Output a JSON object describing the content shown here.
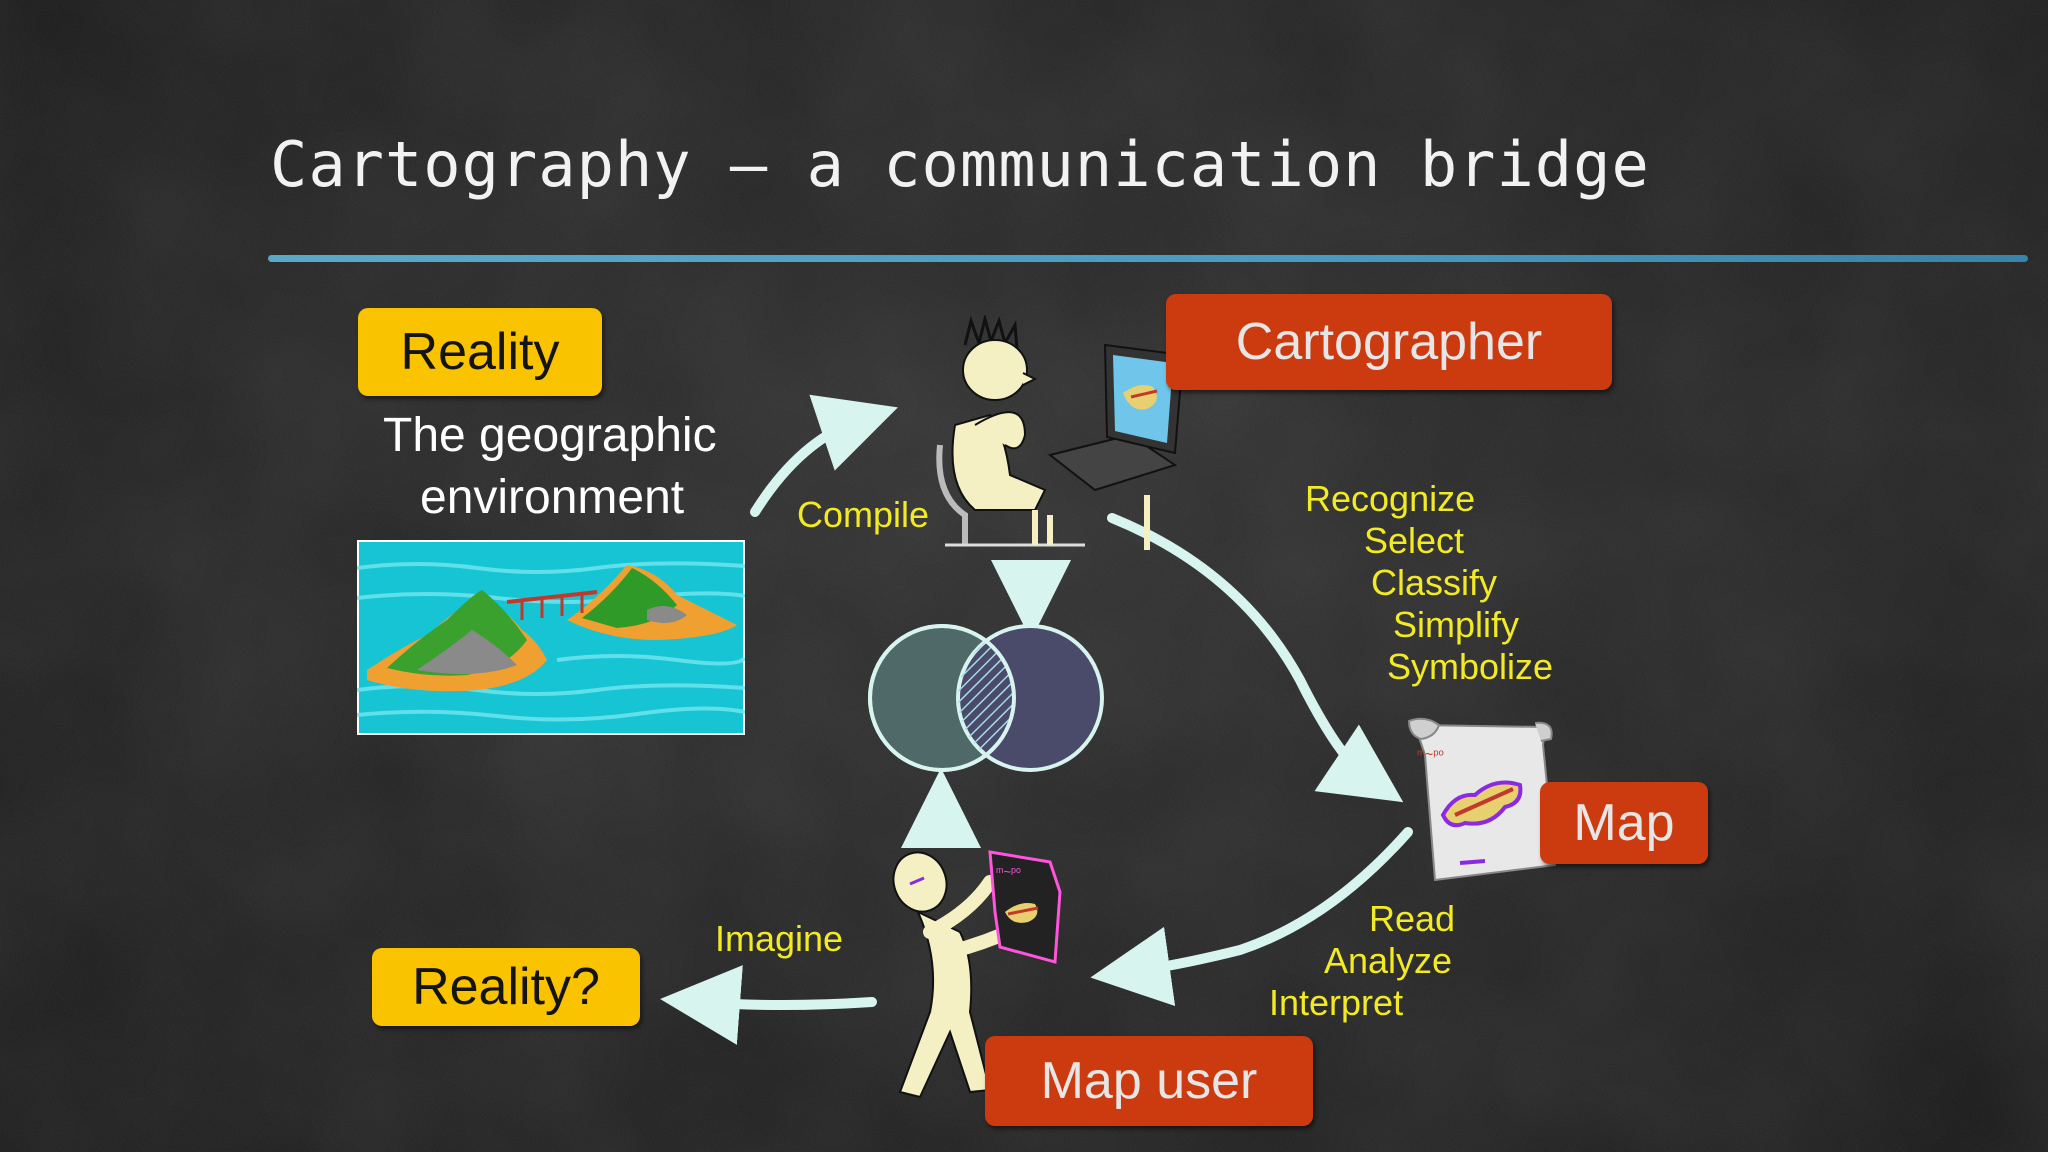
{
  "slide": {
    "title": "Cartography – a communication bridge",
    "nodes": {
      "reality": "Reality",
      "reality_subtitle_line1": "The geographic",
      "reality_subtitle_line2": "environment",
      "cartographer": "Cartographer",
      "map": "Map",
      "map_user": "Map user",
      "reality_question": "Reality?"
    },
    "edges": {
      "compile": "Compile",
      "imagine": "Imagine",
      "cartographer_steps": [
        "Recognize",
        "Select",
        "Classify",
        "Simplify",
        "Symbolize"
      ],
      "user_steps": [
        "Read",
        "Analyze",
        "Interpret"
      ]
    },
    "colors": {
      "yellow_tag": "#f9c300",
      "red_tag": "#cc3b10",
      "arrow": "#d8f4ee",
      "step_text": "#f1ea24",
      "rule": "#4aa6cf"
    },
    "icons": [
      "island-landscape-illustration",
      "cartographer-at-laptop-figure",
      "venn-overlap-icon",
      "scroll-map-icon",
      "map-user-figure"
    ]
  }
}
